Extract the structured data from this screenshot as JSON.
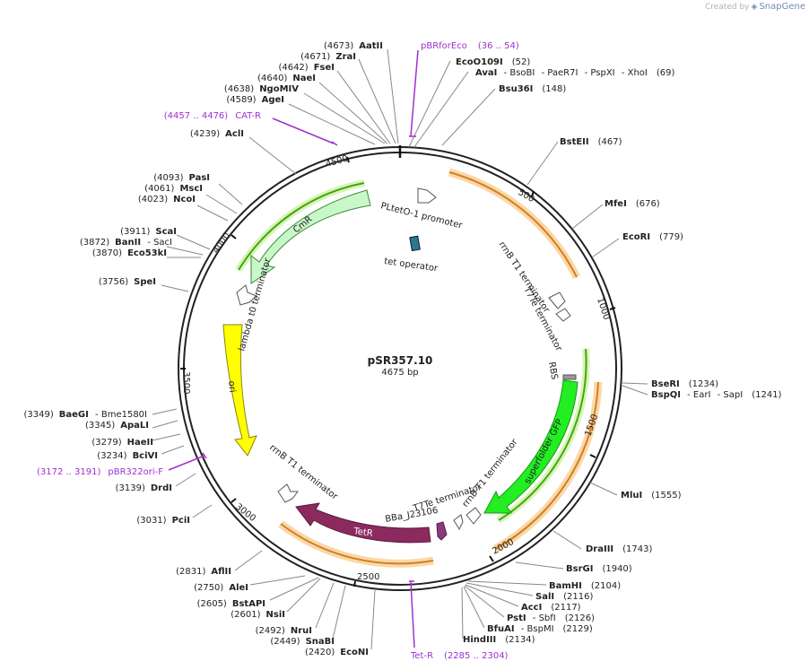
{
  "watermark": {
    "prefix": "Created by",
    "brand": "SnapGene"
  },
  "plasmid": {
    "name": "pSR357.10",
    "size": "4675 bp"
  },
  "ring_ticks": [
    {
      "label": "500"
    },
    {
      "label": "1000"
    },
    {
      "label": "1500"
    },
    {
      "label": "2000"
    },
    {
      "label": "2500"
    },
    {
      "label": "3000"
    },
    {
      "label": "3500"
    },
    {
      "label": "4000"
    },
    {
      "label": "4500"
    }
  ],
  "sites_right": [
    {
      "name": "EcoO109I",
      "pos": "(52)"
    },
    {
      "name": "AvaI",
      "extra": [
        " - BsoBI",
        " - PaeR7I",
        " - PspXI",
        " - XhoI"
      ],
      "pos": "(69)"
    },
    {
      "name": "Bsu36I",
      "pos": "(148)"
    },
    {
      "name": "BstEII",
      "pos": "(467)"
    },
    {
      "name": "MfeI",
      "pos": "(676)"
    },
    {
      "name": "EcoRI",
      "pos": "(779)"
    },
    {
      "name": "BseRI",
      "pos": "(1234)"
    },
    {
      "name": "BspQI",
      "extra": [
        " - EarI",
        " - SapI"
      ],
      "pos": "(1241)"
    },
    {
      "name": "MluI",
      "pos": "(1555)"
    },
    {
      "name": "DraIII",
      "pos": "(1743)"
    },
    {
      "name": "BsrGI",
      "pos": "(1940)"
    },
    {
      "name": "BamHI",
      "pos": "(2104)"
    },
    {
      "name": "SalI",
      "pos": "(2116)"
    },
    {
      "name": "AccI",
      "pos": "(2117)"
    },
    {
      "name": "PstI",
      "extra": [
        " - SbfI"
      ],
      "pos": "(2126)"
    },
    {
      "name": "BfuAI",
      "extra": [
        " - BspMI"
      ],
      "pos": "(2129)"
    },
    {
      "name": "HindIII",
      "pos": "(2134)"
    }
  ],
  "sites_left": [
    {
      "name": "AatII",
      "pos": "(4673)"
    },
    {
      "name": "ZraI",
      "pos": "(4671)"
    },
    {
      "name": "FseI",
      "pos": "(4642)"
    },
    {
      "name": "NaeI",
      "pos": "(4640)"
    },
    {
      "name": "NgoMIV",
      "pos": "(4638)"
    },
    {
      "name": "AgeI",
      "pos": "(4589)"
    },
    {
      "name": "AclI",
      "pos": "(4239)"
    },
    {
      "name": "PasI",
      "pos": "(4093)"
    },
    {
      "name": "MscI",
      "pos": "(4061)"
    },
    {
      "name": "NcoI",
      "pos": "(4023)"
    },
    {
      "name": "ScaI",
      "pos": "(3911)"
    },
    {
      "name": "BanII",
      "extra": [
        " - SacI"
      ],
      "pos": "(3872)"
    },
    {
      "name": "Eco53kI",
      "pos": "(3870)"
    },
    {
      "name": "SpeI",
      "pos": "(3756)"
    },
    {
      "name": "BaeGI",
      "extra": [
        " - Bme1580I"
      ],
      "pos": "(3349)"
    },
    {
      "name": "ApaLI",
      "pos": "(3345)"
    },
    {
      "name": "HaeII",
      "pos": "(3279)"
    },
    {
      "name": "BciVI",
      "pos": "(3234)"
    },
    {
      "name": "DrdI",
      "pos": "(3139)"
    },
    {
      "name": "PciI",
      "pos": "(3031)"
    },
    {
      "name": "AflII",
      "pos": "(2831)"
    },
    {
      "name": "AleI",
      "pos": "(2750)"
    },
    {
      "name": "BstAPI",
      "pos": "(2605)"
    },
    {
      "name": "NsiI",
      "pos": "(2601)"
    },
    {
      "name": "NruI",
      "pos": "(2492)"
    },
    {
      "name": "SnaBI",
      "pos": "(2449)"
    },
    {
      "name": "EcoNI",
      "pos": "(2420)"
    }
  ],
  "primers": [
    {
      "name": "pBRforEco",
      "pos": "(36 .. 54)"
    },
    {
      "name": "CAT-R",
      "pos": "(4457 .. 4476)"
    },
    {
      "name": "pBR322ori-F",
      "pos": "(3172 .. 3191)"
    },
    {
      "name": "Tet-R",
      "pos": "(2285 .. 2304)"
    }
  ],
  "features": [
    {
      "name": "PLtetO-1 promoter"
    },
    {
      "name": "tet operator"
    },
    {
      "name": "rrnB T1 terminator"
    },
    {
      "name": "T7Te terminator"
    },
    {
      "name": "RBS"
    },
    {
      "name": "superfolder GFP"
    },
    {
      "name": "rrnB T1 terminator"
    },
    {
      "name": "T7Te terminator"
    },
    {
      "name": "BBa_J23106"
    },
    {
      "name": "TetR"
    },
    {
      "name": "rrnB T1 terminator"
    },
    {
      "name": "ori"
    },
    {
      "name": "lambda t0 terminator"
    },
    {
      "name": "CmR"
    }
  ],
  "colors": {
    "gfp": "#22ee22",
    "tetr": "#8c2a5e",
    "ori": "#ffff00",
    "cmr": "#c8f7c8",
    "primer": "#a030d0",
    "orange_band": "#f0a030"
  }
}
